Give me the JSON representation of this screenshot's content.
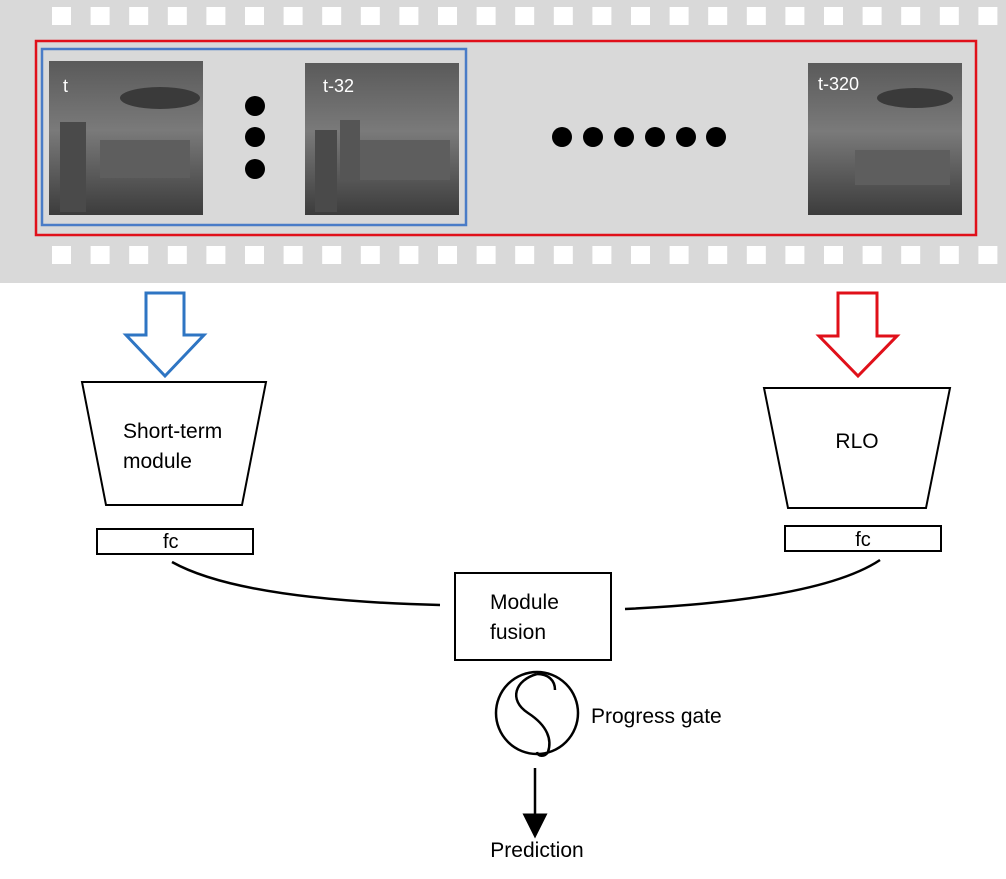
{
  "filmstrip": {
    "frames": [
      {
        "label": "t"
      },
      {
        "label": "t-32"
      },
      {
        "label": "t-320"
      }
    ]
  },
  "short_term": {
    "title_line1": "Short-term",
    "title_line2": "module",
    "fc": "fc"
  },
  "rlo": {
    "title": "RLO",
    "fc": "fc"
  },
  "fusion": {
    "line1": "Module",
    "line2": "fusion"
  },
  "gate": {
    "label": "Progress gate"
  },
  "output": {
    "label": "Prediction"
  },
  "colors": {
    "short_term_accent": "#2e75c3",
    "long_term_accent": "#e0101a",
    "film_background": "#d9d9d9",
    "ink": "#000000"
  }
}
